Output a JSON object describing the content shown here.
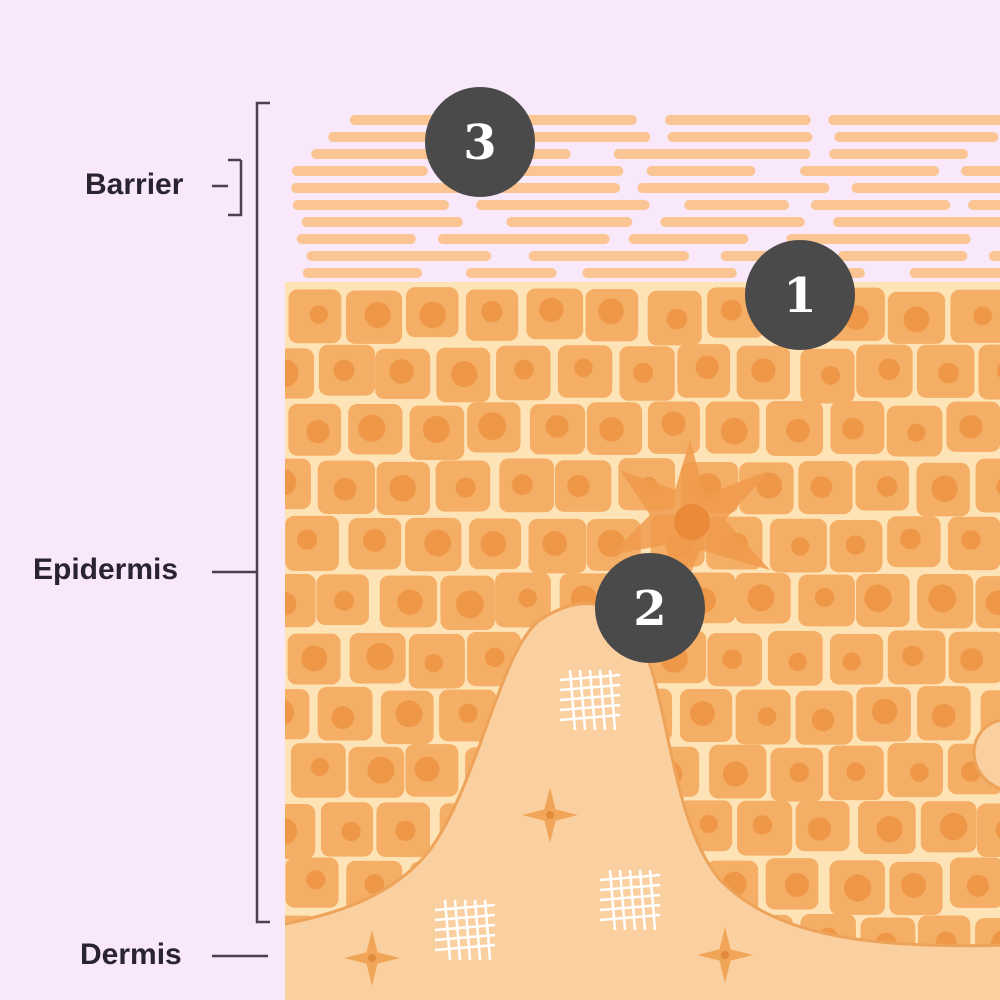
{
  "labels": {
    "barrier": "Barrier",
    "epidermis": "Epidermis",
    "dermis": "Dermis"
  },
  "markers": [
    "1",
    "2",
    "3"
  ],
  "colors": {
    "background": "#f8e8f9",
    "barrier_strip": "#fbc593",
    "cell": "#f5ae66",
    "nucleus": "#ee9847",
    "cell_gap": "#fde3b5",
    "dermis": "#fbd0a0",
    "marker": "#4a4a4a",
    "bracket": "#4a4050"
  }
}
